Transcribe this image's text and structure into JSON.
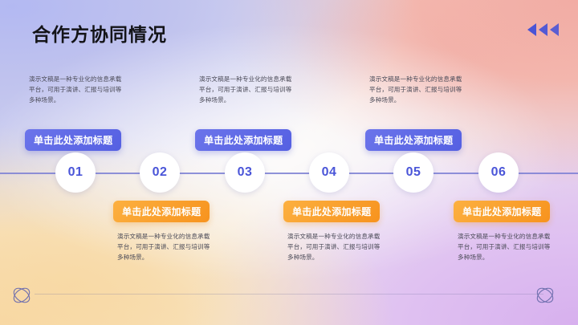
{
  "slide": {
    "title": "合作方协同情况",
    "body_text": "演示文稿是一种专业化的信息承载平台，可用于演讲、汇报与培训等多种场景。",
    "button_label": "单击此处添加标题",
    "colors": {
      "blue_accent": "#5560e2",
      "orange_accent": "#f7931e",
      "number_color": "#4a55d8",
      "title_color": "#141418",
      "body_color": "#4b4b58",
      "timeline_line": "#7b7fd4",
      "bg_top_left": "#b3b9f2",
      "bg_top_right": "#f2aca4",
      "bg_bottom_left": "#f8d9a5",
      "bg_bottom_right": "#d7b0ee"
    }
  },
  "decorations": {
    "arrows_icon": "triple-left-arrow-icon",
    "orbit_left_icon": "orbit-atom-icon",
    "orbit_right_icon": "orbit-atom-icon"
  },
  "timeline": {
    "steps": [
      {
        "number": "01",
        "row": "top",
        "button_label": "单击此处添加标题",
        "body_text": "演示文稿是一种专业化的信息承载平台，可用于演讲、汇报与培训等多种场景。"
      },
      {
        "number": "02",
        "row": "bottom",
        "button_label": "单击此处添加标题",
        "body_text": "演示文稿是一种专业化的信息承载平台，可用于演讲、汇报与培训等多种场景。"
      },
      {
        "number": "03",
        "row": "top",
        "button_label": "单击此处添加标题",
        "body_text": "演示文稿是一种专业化的信息承载平台，可用于演讲、汇报与培训等多种场景。"
      },
      {
        "number": "04",
        "row": "bottom",
        "button_label": "单击此处添加标题",
        "body_text": "演示文稿是一种专业化的信息承载平台，可用于演讲、汇报与培训等多种场景。"
      },
      {
        "number": "05",
        "row": "top",
        "button_label": "单击此处添加标题",
        "body_text": "演示文稿是一种专业化的信息承载平台，可用于演讲、汇报与培训等多种场景。"
      },
      {
        "number": "06",
        "row": "bottom",
        "button_label": "单击此处添加标题",
        "body_text": "演示文稿是一种专业化的信息承载平台，可用于演讲、汇报与培训等多种场景。"
      }
    ]
  }
}
